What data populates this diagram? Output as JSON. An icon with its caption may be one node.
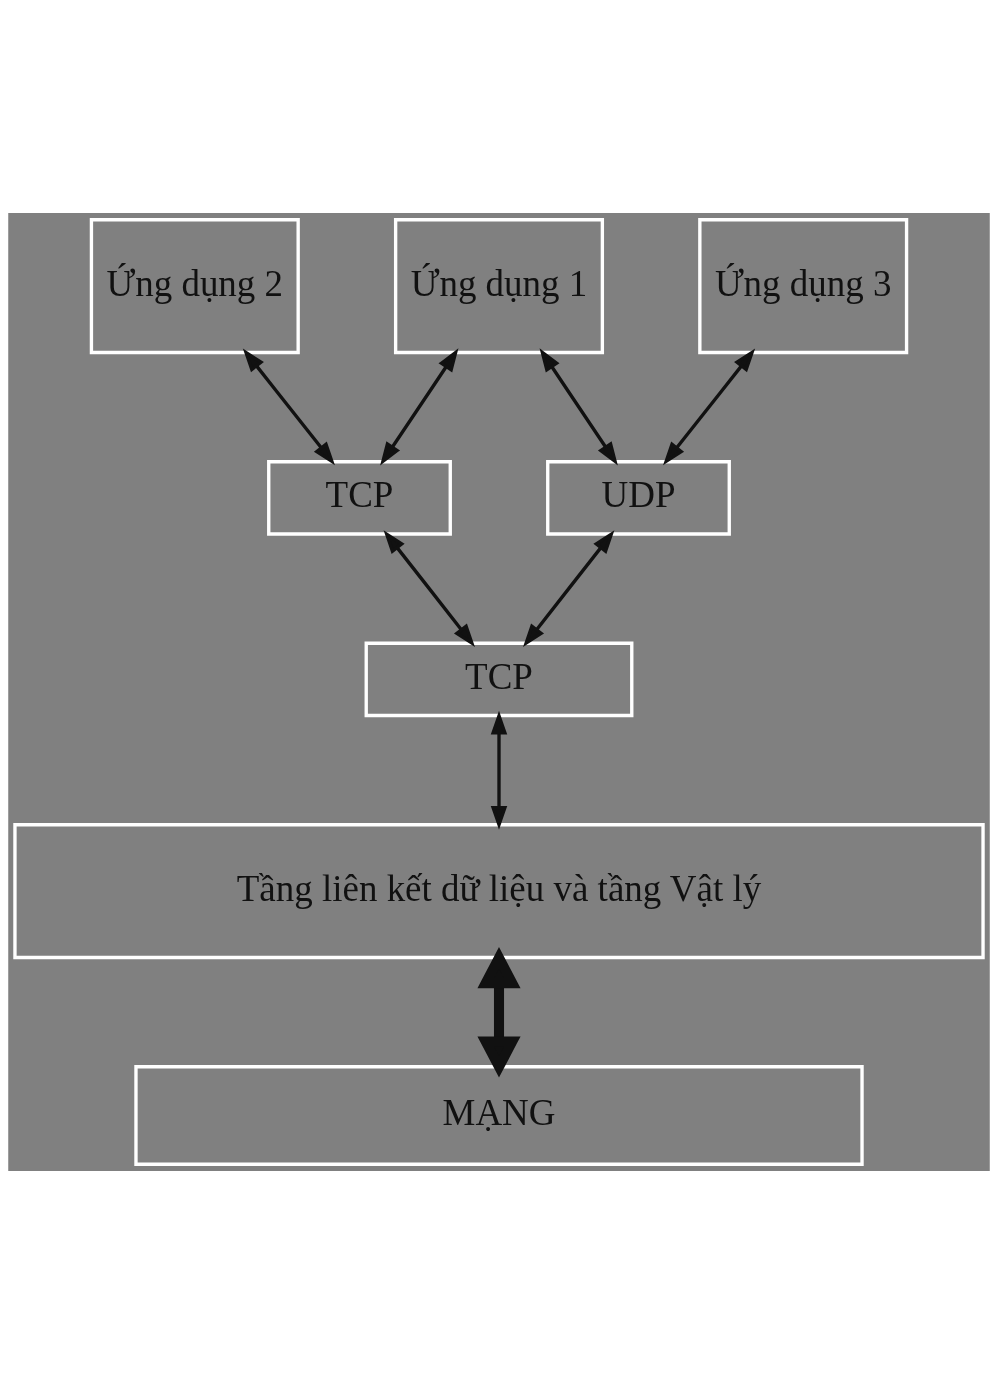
{
  "diagram": {
    "nodes": [
      {
        "text": [
          "Ứng dụng 1"
        ]
      },
      {
        "text": [
          "Ứng dụng 2"
        ]
      },
      {
        "text": [
          "Ứng dụng 3"
        ]
      },
      {
        "text": [
          "TCP"
        ]
      },
      {
        "text": [
          "UDP"
        ]
      },
      {
        "text": [
          "TCP"
        ]
      },
      {
        "text": [
          "Tầng liên kết dữ liệu và tầng Vật lý"
        ]
      },
      {
        "text": [
          "MẠNG"
        ]
      }
    ],
    "edges": [
      {
        "from": 0,
        "to": 3,
        "arrow": "both"
      },
      {
        "from": 1,
        "to": 3,
        "arrow": "both"
      },
      {
        "from": 0,
        "to": 4,
        "arrow": "both"
      },
      {
        "from": 2,
        "to": 4,
        "arrow": "both"
      },
      {
        "from": 3,
        "to": 5,
        "arrow": "both"
      },
      {
        "from": 4,
        "to": 5,
        "arrow": "both"
      },
      {
        "from": 5,
        "to": 6,
        "arrow": "both"
      },
      {
        "from": 6,
        "to": 7,
        "arrow": "both",
        "style": "thick"
      }
    ]
  }
}
